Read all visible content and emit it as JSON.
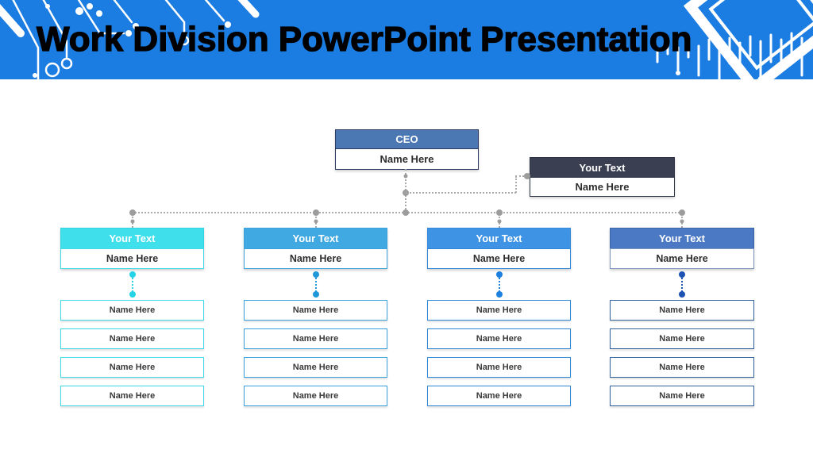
{
  "header": {
    "title": "Work Division PowerPoint Presentation"
  },
  "org": {
    "ceo": {
      "title": "CEO",
      "name": "Name Here"
    },
    "assistant": {
      "title": "Your Text",
      "name": "Name Here"
    },
    "columns": [
      {
        "title": "Your Text",
        "name": "Name Here",
        "accent": "#3FDFEC",
        "items": [
          "Name Here",
          "Name Here",
          "Name Here",
          "Name Here"
        ]
      },
      {
        "title": "Your Text",
        "name": "Name Here",
        "accent": "#41A9E2",
        "items": [
          "Name Here",
          "Name Here",
          "Name Here",
          "Name Here"
        ]
      },
      {
        "title": "Your Text",
        "name": "Name Here",
        "accent": "#3E93E4",
        "items": [
          "Name Here",
          "Name Here",
          "Name Here",
          "Name Here"
        ]
      },
      {
        "title": "Your Text",
        "name": "Name Here",
        "accent": "#4B79C4",
        "items": [
          "Name Here",
          "Name Here",
          "Name Here",
          "Name Here"
        ]
      }
    ]
  },
  "colors": {
    "banner_blue": "#1B7CE2",
    "title_text": "#000000",
    "ceo_header": "#4B77B3",
    "ceo_border": "#2B3A5E",
    "assistant_header": "#3B3F52",
    "assistant_border": "#2E3344",
    "column_accents": [
      "#3FDFEC",
      "#41A9E2",
      "#3E93E4",
      "#4B79C4"
    ],
    "column_dot_colors": [
      "#22D4E6",
      "#1F97D9",
      "#1D7FDE",
      "#1E53B4"
    ],
    "connector_gray": "#ABABAB",
    "decoration_white": "#FFFFFF"
  }
}
